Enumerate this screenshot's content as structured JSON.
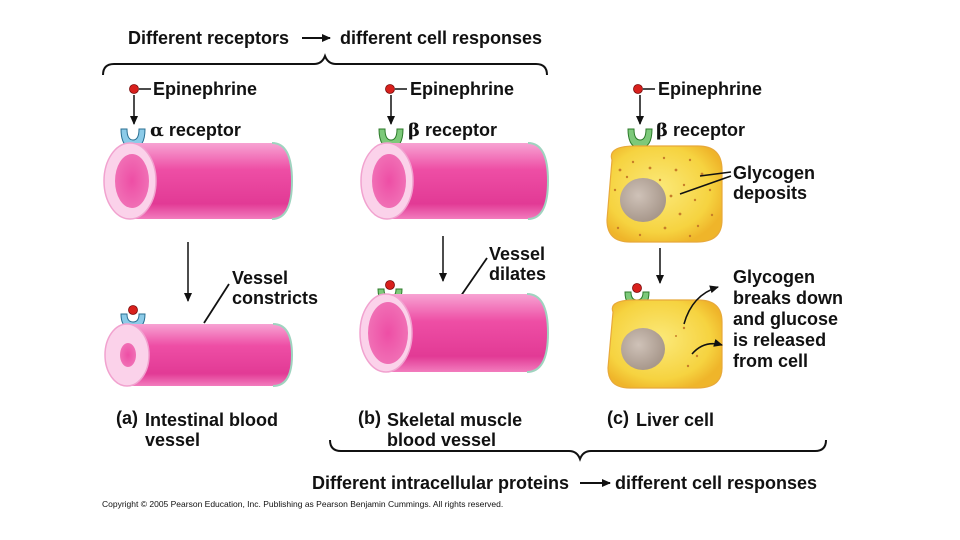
{
  "header": {
    "left": "Different receptors",
    "right": "different cell responses"
  },
  "footer": {
    "left": "Different intracellular proteins",
    "right": "different cell responses"
  },
  "panels": [
    {
      "ligand": "Epinephrine",
      "receptor_symbol": "α",
      "receptor_word": "receptor",
      "effect_line1": "Vessel",
      "effect_line2": "constricts",
      "caption_letter": "(a)",
      "caption_line1": "Intestinal blood",
      "caption_line2": "vessel"
    },
    {
      "ligand": "Epinephrine",
      "receptor_symbol": "β",
      "receptor_word": "receptor",
      "effect_line1": "Vessel",
      "effect_line2": "dilates",
      "caption_letter": "(b)",
      "caption_line1": "Skeletal muscle",
      "caption_line2": "blood vessel"
    },
    {
      "ligand": "Epinephrine",
      "receptor_symbol": "β",
      "receptor_word": "receptor",
      "deposit_line1": "Glycogen",
      "deposit_line2": "deposits",
      "effect_lines": [
        "Glycogen",
        "breaks down",
        "and glucose",
        "is released",
        "from cell"
      ],
      "caption_letter": "(c)",
      "caption_line1": "Liver cell"
    }
  ],
  "copyright": "Copyright ©  2005 Pearson Education, Inc. Publishing as Pearson Benjamin Cummings. All rights reserved.",
  "colors": {
    "vessel": "#ef4fa6",
    "vessel_lumen": "#f9c8e4",
    "alpha_receptor": "#8ccbe8",
    "beta_receptor": "#7dc97a",
    "epinephrine": "#d8201c",
    "liver_cell": "#f7d84a",
    "nucleus": "#b9aaa0"
  }
}
